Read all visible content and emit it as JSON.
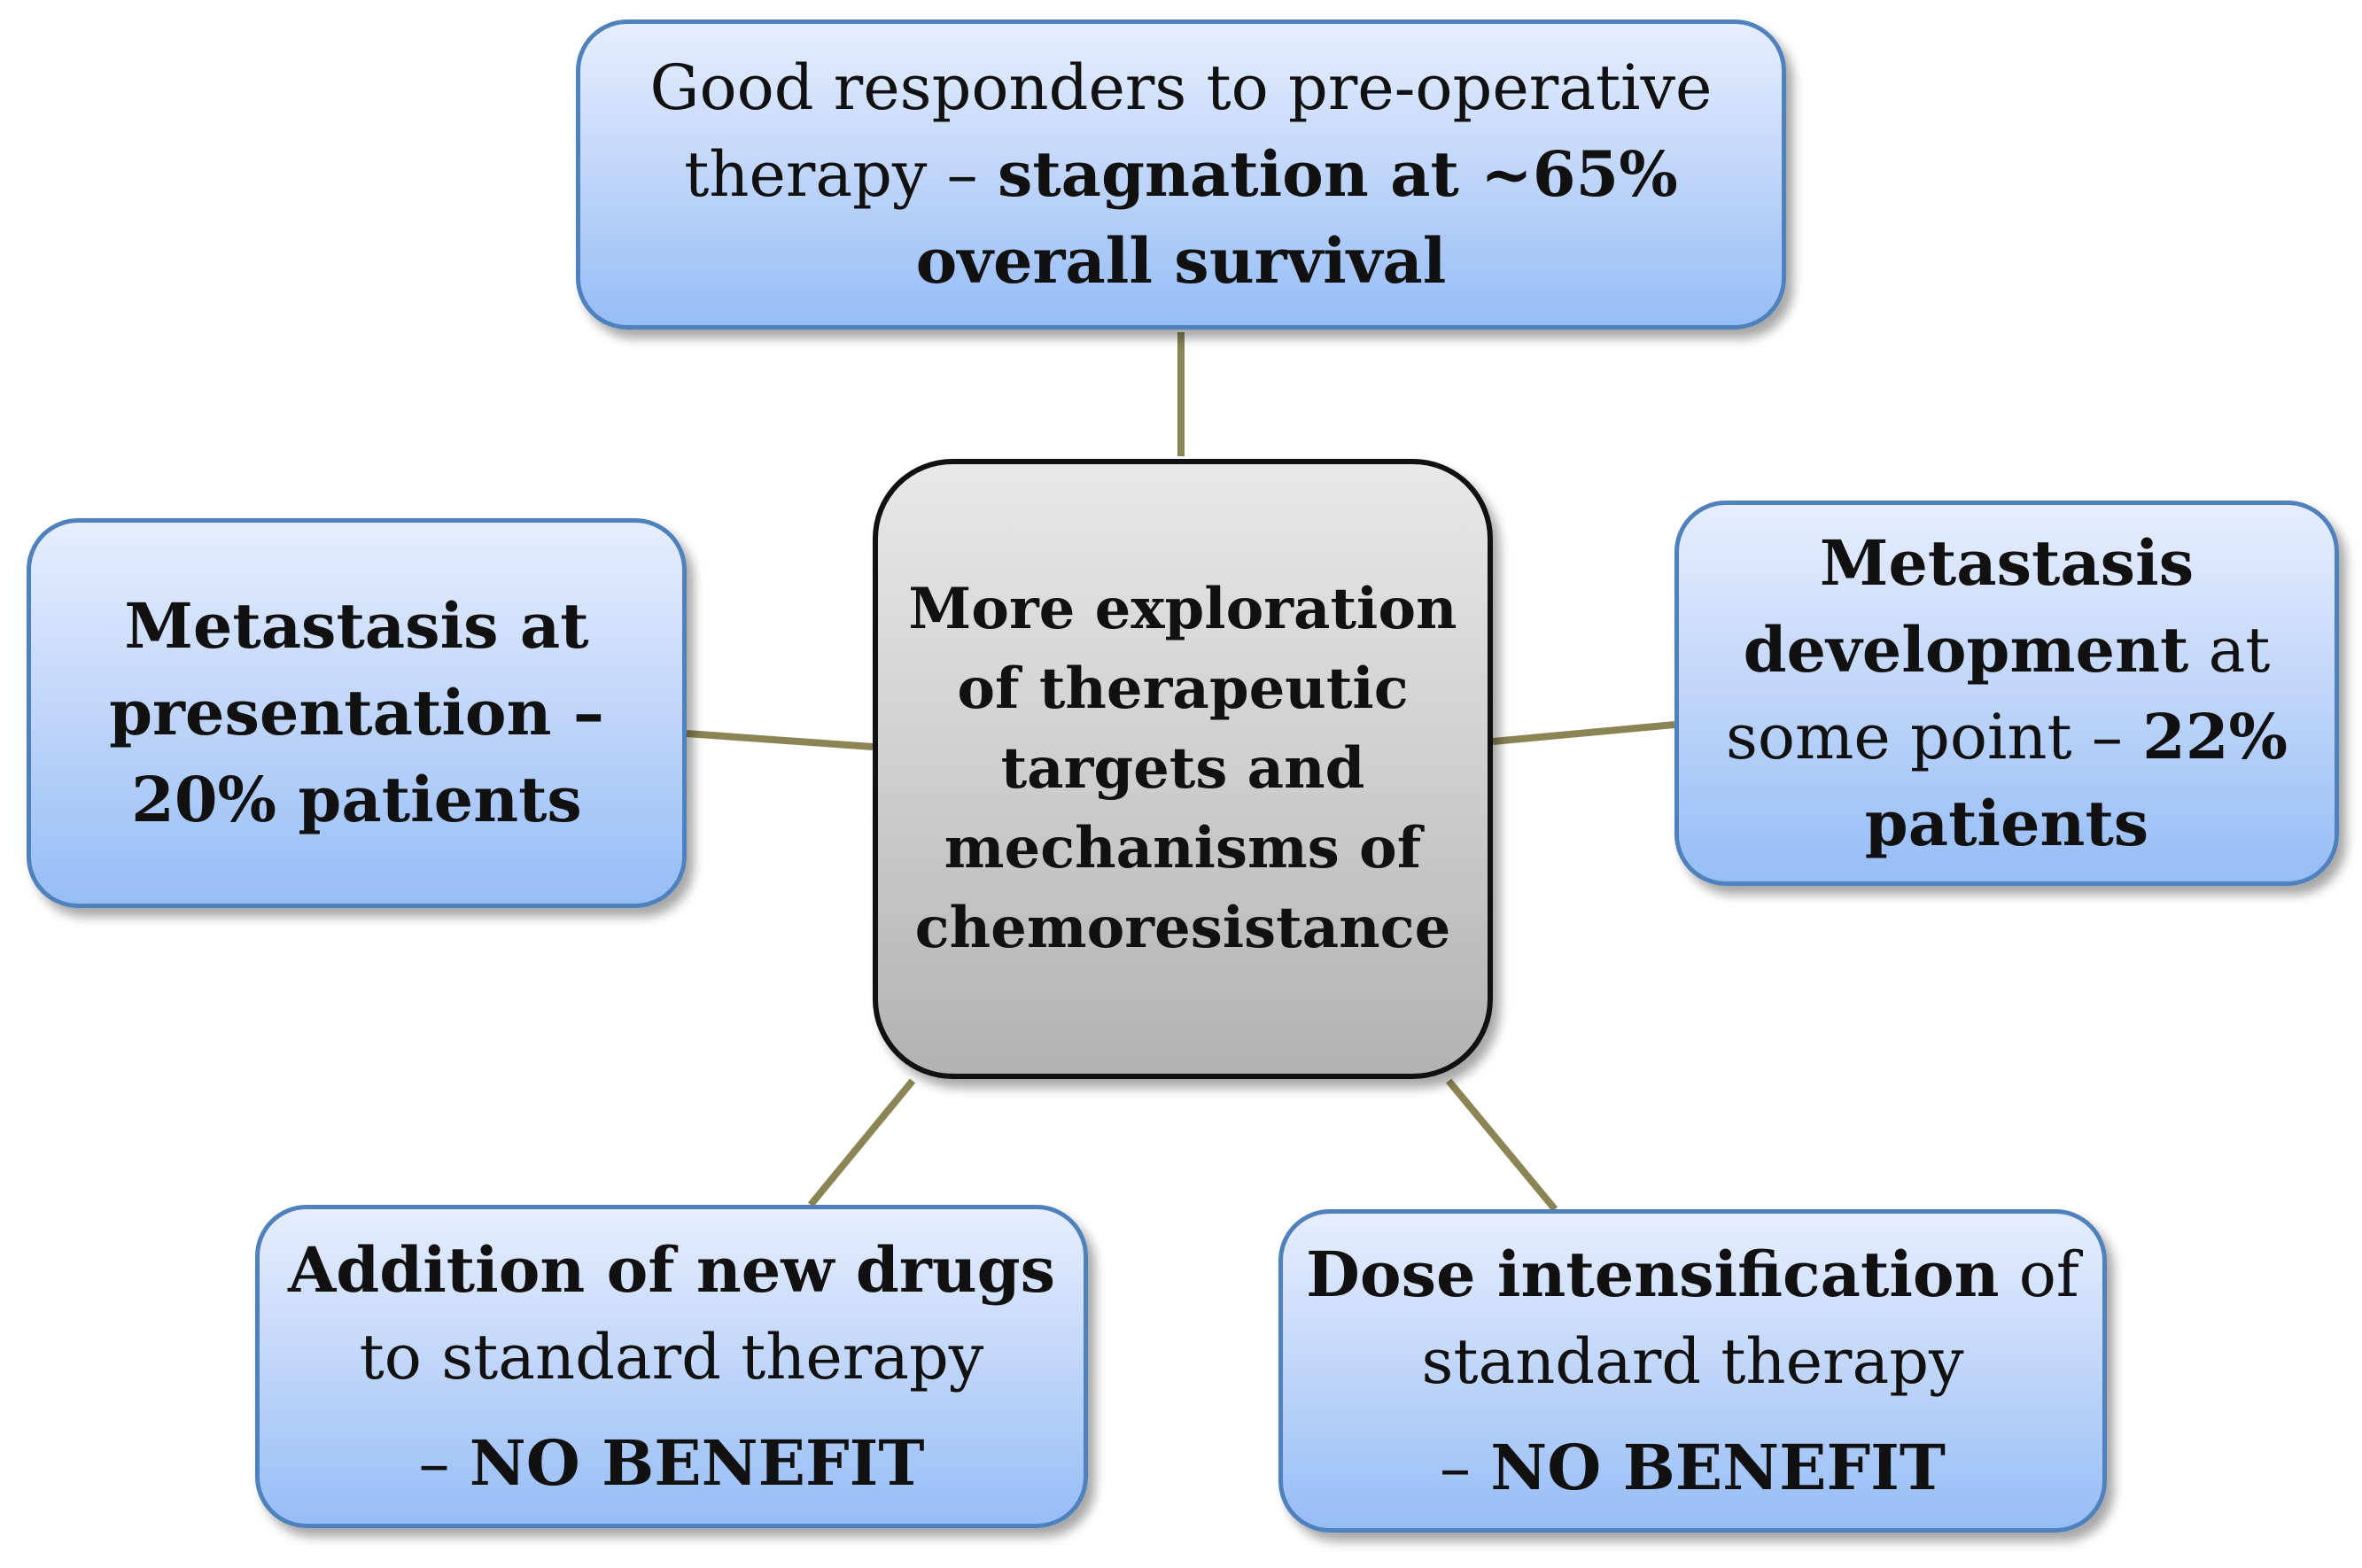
{
  "center": {
    "lines": [
      "More exploration",
      "of therapeutic",
      "targets and",
      "mechanisms of",
      "chemoresistance"
    ]
  },
  "top": {
    "line1": "Good responders to pre-operative",
    "line2_normal": "therapy – ",
    "line2_bold": "stagnation at ~65%",
    "line3_bold": "overall survival"
  },
  "left": {
    "line1": "Metastasis at",
    "line2": "presentation –",
    "line3": "20% patients"
  },
  "right": {
    "line1_bold": "Metastasis",
    "line2_bold": "development",
    "line2_normal": " at",
    "line3_normal": "some point – ",
    "line3_bold": "22%",
    "line4_bold": "patients"
  },
  "bottom_left": {
    "line1_bold": "Addition of new drugs",
    "line2_normal": "to standard therapy",
    "line3_normal": "– ",
    "line3_bold": "NO BENEFIT"
  },
  "bottom_right": {
    "line1_bold": "Dose intensification",
    "line1_normal": " of",
    "line2_normal": "standard therapy",
    "line3_normal": "– ",
    "line3_bold": "NO BENEFIT"
  },
  "colors": {
    "connector": "#8b8454",
    "node_border": "#4f81bd",
    "center_border": "#111111"
  }
}
